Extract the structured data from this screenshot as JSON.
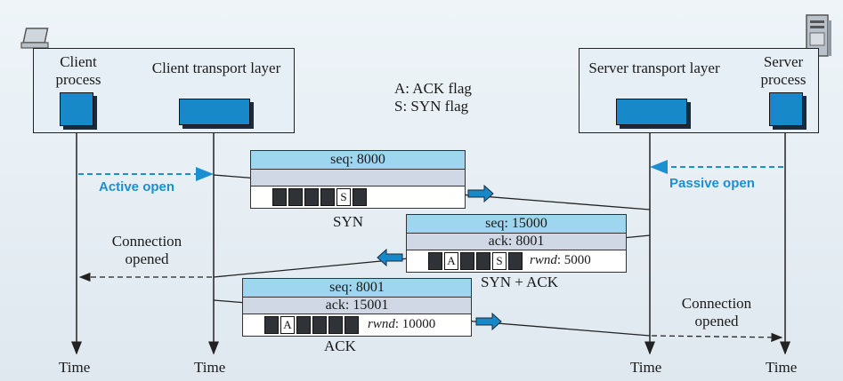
{
  "client": {
    "process_label": "Client process",
    "transport_label": "Client transport layer"
  },
  "server": {
    "process_label": "Server process",
    "transport_label": "Server transport layer"
  },
  "legend": {
    "ack": "A: ACK flag",
    "syn": "S: SYN flag"
  },
  "events": {
    "active_open": "Active open",
    "passive_open": "Passive open"
  },
  "notes": {
    "client_opened": "Connection opened",
    "server_opened": "Connection opened"
  },
  "segments": {
    "syn": {
      "seq": "seq: 8000",
      "flag": "S",
      "name": "SYN"
    },
    "synack": {
      "seq": "seq: 15000",
      "ack": "ack: 8001",
      "flag_a": "A",
      "flag_s": "S",
      "rwnd_key": "rwnd",
      "rwnd_val": ": 5000",
      "name": "SYN + ACK"
    },
    "ack": {
      "seq": "seq: 8001",
      "ack": "ack: 15001",
      "flag_a": "A",
      "rwnd_key": "rwnd",
      "rwnd_val": ": 10000",
      "name": "ACK"
    }
  },
  "time_label": "Time",
  "colors": {
    "accent": "#1789c8",
    "event_text": "#1c8fd0"
  },
  "icons": {
    "client": "laptop-icon",
    "server": "server-tower-icon"
  }
}
